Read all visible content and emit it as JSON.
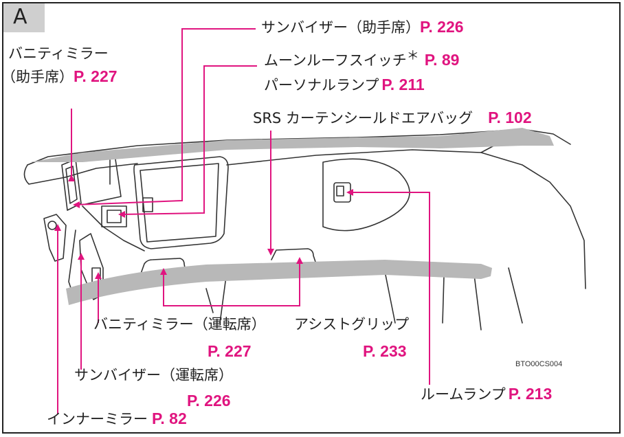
{
  "panel_letter": "A",
  "image_code": "BTO00CS004",
  "accent_color": "#e0147f",
  "callouts": {
    "sunvisor_passenger": {
      "text": "サンバイザー（助手席）",
      "page": "P. 226"
    },
    "moonroof_switch": {
      "text": "ムーンルーフスイッチ",
      "mark": "＊",
      "page": "P. 89"
    },
    "personal_lamp": {
      "text": "パーソナルランプ",
      "page": "P. 211"
    },
    "vanity_passenger": {
      "line1": "バニティミラー",
      "line2": "（助手席）",
      "page": "P. 227"
    },
    "srs_curtain": {
      "text": "SRS カーテンシールドエアバッグ",
      "page": "P. 102"
    },
    "vanity_driver": {
      "text": "バニティミラー（運転席）",
      "page": "P. 227"
    },
    "assist_grip": {
      "text": "アシストグリップ",
      "page": "P. 233"
    },
    "sunvisor_driver": {
      "text": "サンバイザー（運転席）",
      "page": "P. 226"
    },
    "room_lamp": {
      "text": "ルームランプ",
      "page": "P. 213"
    },
    "inner_mirror": {
      "text": "インナーミラー",
      "page": "P. 82"
    }
  }
}
